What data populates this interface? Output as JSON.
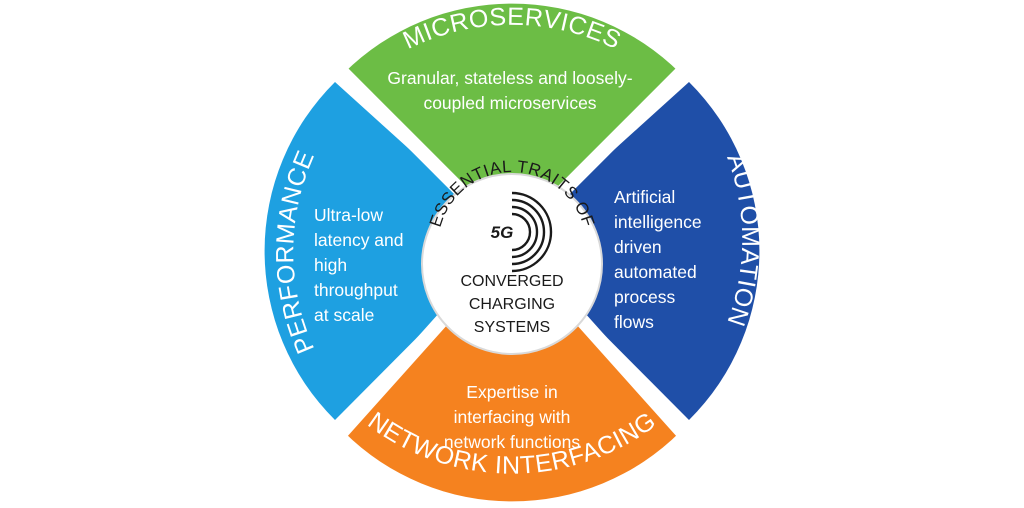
{
  "colors": {
    "microservices": "#6cbd45",
    "automation": "#1f4fa8",
    "network": "#f5821f",
    "performance": "#1ea0e1",
    "center": "#ffffff"
  },
  "center": {
    "arc_text": "ESSENTIAL TRAITS OF",
    "badge": "5G",
    "lines": [
      "CONVERGED",
      "CHARGING",
      "SYSTEMS"
    ]
  },
  "segments": {
    "microservices": {
      "title": "MICROSERVICES",
      "lines": [
        "Granular, stateless and loosely-",
        "coupled microservices"
      ]
    },
    "automation": {
      "title": "AUTOMATION",
      "lines": [
        "Artificial",
        "intelligence",
        "driven",
        "automated",
        "process",
        "flows"
      ]
    },
    "network": {
      "title": "NETWORK INTERFACING",
      "lines": [
        "Expertise in",
        "interfacing with",
        "network functions"
      ]
    },
    "performance": {
      "title": "PERFORMANCE",
      "lines": [
        "Ultra-low",
        "latency and",
        "high",
        "throughput",
        "at scale"
      ]
    }
  }
}
